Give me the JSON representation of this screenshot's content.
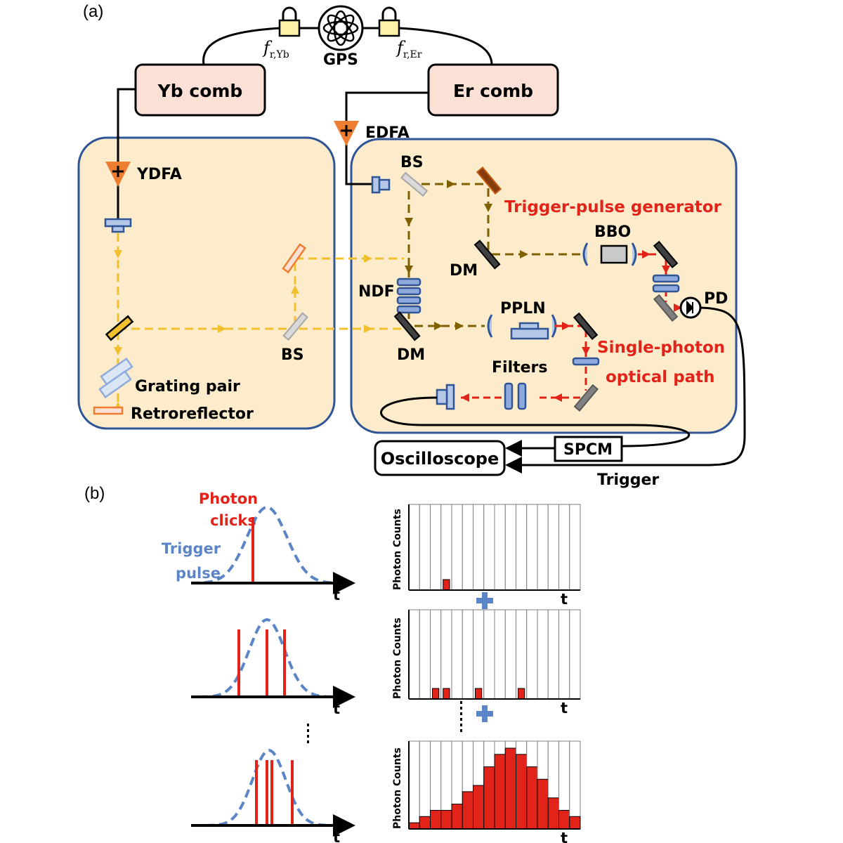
{
  "panel_a": {
    "label": "(a)",
    "gps": "GPS",
    "fr_yb": {
      "f": "f",
      "sub": "r,Yb"
    },
    "fr_er": {
      "f": "f",
      "sub": "r,Er"
    },
    "yb_comb": "Yb comb",
    "er_comb": "Er comb",
    "edfa": "EDFA",
    "ydfa": "YDFA",
    "bs_top": "BS",
    "bs_left": "BS",
    "trigger_pulse_generator": "Trigger-pulse generator",
    "bbo": "BBO",
    "dm_upper": "DM",
    "dm_lower": "DM",
    "ndf": "NDF",
    "pd": "PD",
    "ppln": "PPLN",
    "single_photon_line1": "Single-photon",
    "single_photon_line2": "optical path",
    "filters": "Filters",
    "grating_pair": "Grating pair",
    "retroreflector": "Retroreflector",
    "spcm": "SPCM",
    "oscilloscope": "Oscilloscope",
    "trigger": "Trigger"
  },
  "panel_b": {
    "label": "(b)",
    "photon_clicks_1": "Photon",
    "photon_clicks_2": "clicks",
    "trigger_pulse_1": "Trigger",
    "trigger_pulse_2": "pulse",
    "axis_t": "t",
    "ylabel": "Photon Counts",
    "histograms": [
      {
        "counts": [
          0,
          0,
          0,
          1,
          0,
          0,
          0,
          0,
          0,
          0,
          0,
          0,
          0,
          0,
          0,
          0
        ]
      },
      {
        "counts": [
          0,
          0,
          1,
          1,
          0,
          0,
          1,
          0,
          0,
          0,
          1,
          0,
          0,
          0,
          0,
          0
        ]
      },
      {
        "counts": [
          1,
          2,
          3,
          3,
          4,
          6,
          7,
          10,
          12,
          13,
          12,
          10,
          8,
          5,
          3,
          2
        ]
      }
    ]
  },
  "colors": {
    "box_fill": "#fdeccb",
    "box_stroke": "#2f5597",
    "comb_fill": "#fbe1d5",
    "yellow_beam": "#f2c02e",
    "olive_beam": "#7f6000",
    "red_beam": "#e2231a",
    "blue_optic": "#3a62b0",
    "orange": "#ed7d31",
    "dashed_blue": "#5b85c6"
  }
}
